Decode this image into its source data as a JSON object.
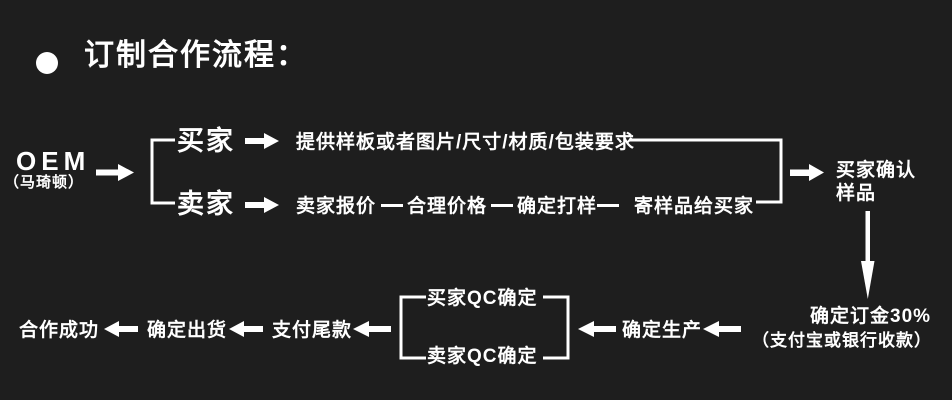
{
  "theme": {
    "background": "#1e1e1e",
    "foreground": "#ffffff"
  },
  "title": {
    "bullet_icon": "filled-circle",
    "text": "订制合作流程："
  },
  "oem": {
    "name": "OEM",
    "brand": "（马琦顿）"
  },
  "buyer_branch": {
    "label": "买家",
    "requirement": "提供样板或者图片/尺寸/材质/包装要求"
  },
  "seller_branch": {
    "label": "卖家",
    "steps": [
      "卖家报价",
      "合理价格",
      "确定打样",
      "寄样品给买家"
    ]
  },
  "sample_confirm": {
    "line1": "买家确认",
    "line2": "样品"
  },
  "deposit": {
    "line1": "确定订金30%",
    "line2": "（支付宝或银行收款）"
  },
  "production": {
    "label": "确定生产"
  },
  "qc": {
    "buyer": "买家QC确定",
    "seller": "卖家QC确定"
  },
  "balance": {
    "label": "支付尾款"
  },
  "shipping": {
    "label": "确定出货"
  },
  "success": {
    "label": "合作成功"
  }
}
